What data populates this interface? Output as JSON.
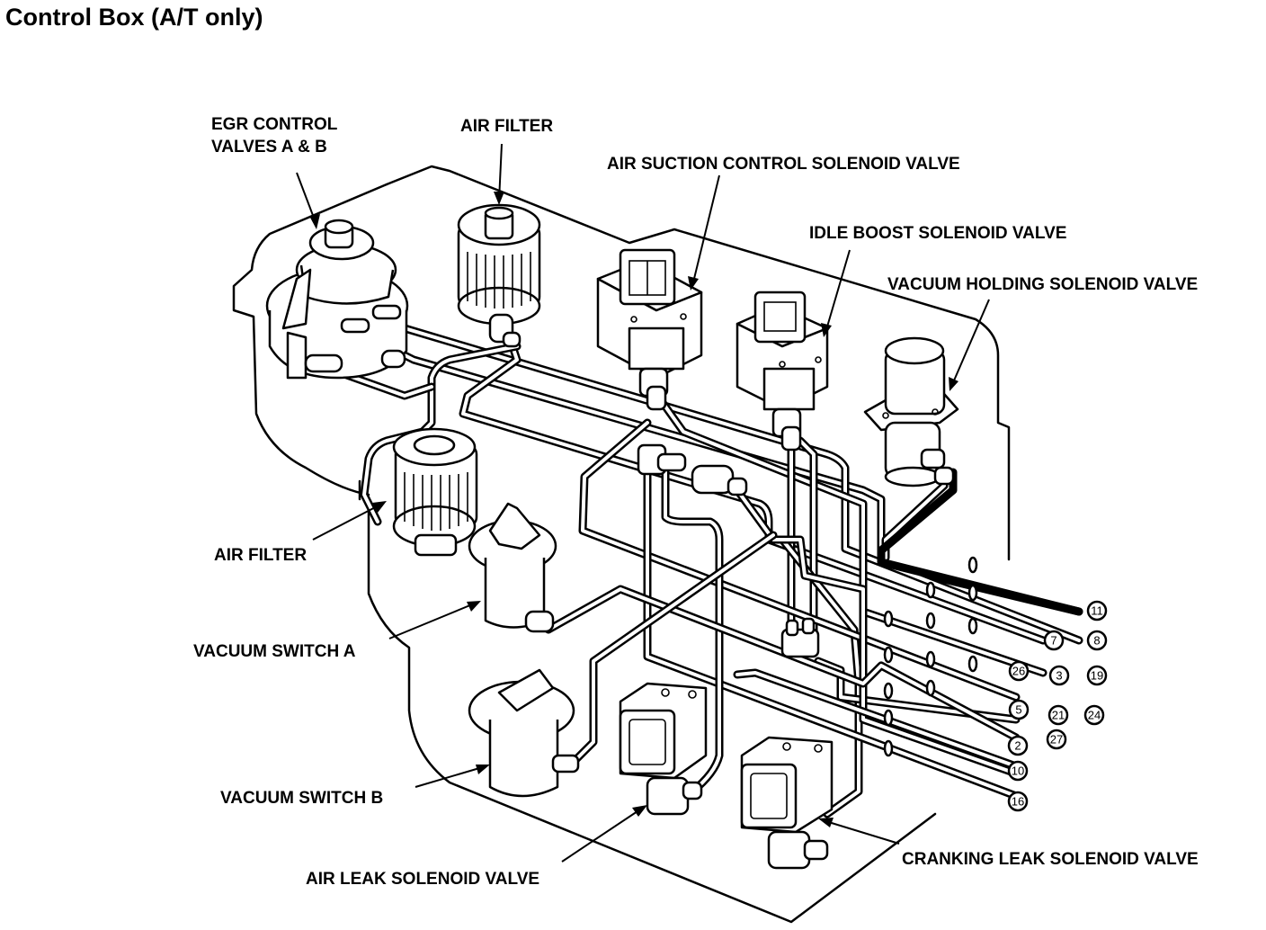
{
  "title": "Control Box (A/T only)",
  "labels": {
    "egr_line1": "EGR CONTROL",
    "egr_line2": "VALVES A & B",
    "air_filter_top": "AIR FILTER",
    "air_suction": "AIR SUCTION CONTROL SOLENOID VALVE",
    "idle_boost": "IDLE BOOST SOLENOID VALVE",
    "vacuum_holding": "VACUUM HOLDING SOLENOID VALVE",
    "air_filter_left": "AIR FILTER",
    "vacuum_switch_a": "VACUUM SWITCH A",
    "vacuum_switch_b": "VACUUM SWITCH B",
    "air_leak": "AIR LEAK SOLENOID VALVE",
    "cranking_leak": "CRANKING LEAK SOLENOID VALVE"
  },
  "ports": [
    "11",
    "7",
    "8",
    "3",
    "19",
    "26",
    "24",
    "5",
    "21",
    "27",
    "2",
    "10",
    "16"
  ],
  "colors": {
    "ink": "#000000",
    "paper": "#ffffff"
  }
}
